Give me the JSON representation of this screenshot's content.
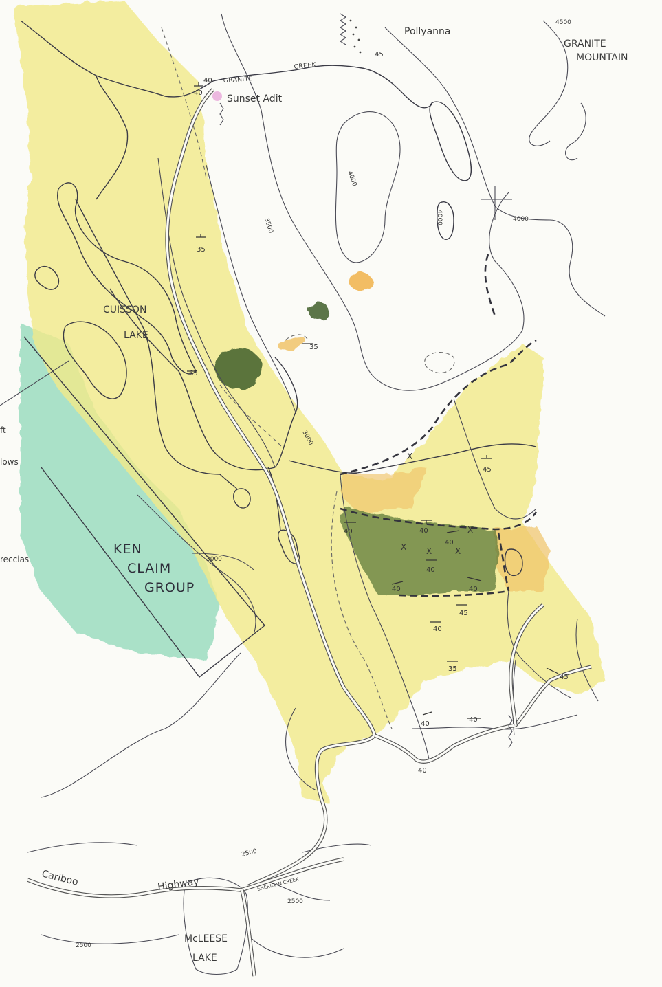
{
  "labels": {
    "pollyanna": "Pollyanna",
    "granite_mountain_1": "GRANITE",
    "granite_mountain_2": "MOUNTAIN",
    "granite_creek_1": "GRANITE",
    "granite_creek_2": "CREEK",
    "sunset_adit": "Sunset Adit",
    "cuisson_1": "CUISSON",
    "cuisson_2": "LAKE",
    "ken_1": "KEN",
    "ken_2": "CLAIM",
    "ken_3": "GROUP",
    "cariboo": "Cariboo",
    "highway": "Highway",
    "sheridan_creek": "SHERIDAN CREEK",
    "mcleese_1": "McLEESE",
    "mcleese_2": "LAKE",
    "legend_cut_1": "ft",
    "legend_cut_2": "lows",
    "legend_cut_3": "reccias"
  },
  "contours": {
    "c4500": "4500",
    "c4000a": "4000",
    "c4000b": "4000",
    "c4000c": "4000",
    "c3500": "3500",
    "c3000a": "3000",
    "c3000b": "3000",
    "c2500a": "2500",
    "c2500b": "2500",
    "c2500c": "2500"
  },
  "dips": {
    "d1": "40",
    "d2": "45",
    "d3": "35",
    "d4": "35",
    "d5": "65",
    "d6": "45",
    "d7": "40",
    "d8": "40",
    "d9": "40",
    "d10": "40",
    "d11": "40",
    "d12": "40",
    "d13": "40",
    "d14": "45",
    "d15": "40",
    "d16": "35",
    "d17": "40",
    "d18": "40",
    "d19": "40",
    "d20": "45"
  },
  "colors": {
    "yellow": "#f1ea8a",
    "orange": "#f0c36a",
    "teal": "#8fd8b8",
    "green": "#5e7a3a",
    "pink": "#e8a8d8"
  }
}
